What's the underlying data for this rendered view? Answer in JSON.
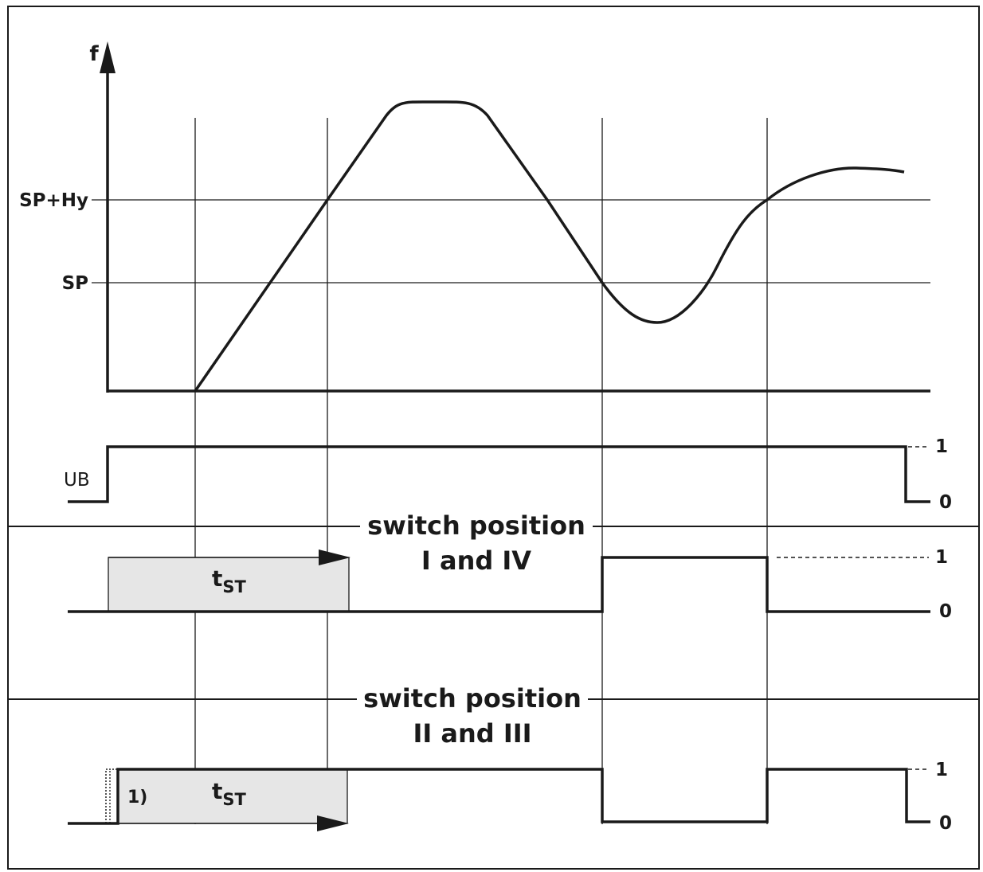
{
  "graph": {
    "y_axis_label": "f",
    "level_labels": {
      "upper": "SP+Hy",
      "lower": "SP"
    }
  },
  "supply": {
    "label": "UB",
    "high": "1",
    "low": "0"
  },
  "section_1": {
    "heading_line1": "switch position",
    "heading_line2": "I and IV",
    "delay_label": "t",
    "delay_subscript": "ST",
    "high": "1",
    "low": "0"
  },
  "section_2": {
    "heading_line1": "switch position",
    "heading_line2": "II and III",
    "footnote_marker": "1)",
    "delay_label": "t",
    "delay_subscript": "ST",
    "high": "1",
    "low": "0"
  },
  "colors": {
    "stroke": "#1a1a1a",
    "delay_fill": "#e6e6e6"
  }
}
